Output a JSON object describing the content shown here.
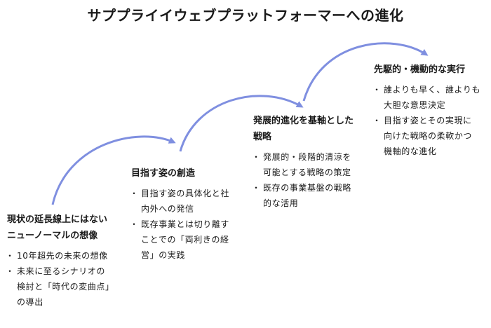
{
  "title": "サププライイウェブプラットフォーマーへの進化",
  "accent_color": "#7f8fe0",
  "stages": [
    {
      "title": "現状の延長線上にはない\nニューノーマルの想像",
      "bullets": [
        "10年超先の未来の想像",
        "未来に至るシナリオの\n検討と「時代の変曲点」\nの導出"
      ]
    },
    {
      "title": "目指す姿の創造",
      "bullets": [
        "目指す姿の具体化と社\n内外への発信",
        "既存事業とは切り離す\nことでの「両利きの経\n営」の実践"
      ]
    },
    {
      "title": "発展的進化を基軸とした\n戦略",
      "bullets": [
        "発展的・段階的清涼を\n可能とする戦略の策定",
        "既存の事業基盤の戦略\n的な活用"
      ]
    },
    {
      "title": "先駆的・機動的な実行",
      "bullets": [
        "誰よりも早く、誰よりも\n大胆な意思決定",
        "目指す姿とその実現に\n向けた戦略の柔軟かつ\n機軸的な進化"
      ]
    }
  ]
}
